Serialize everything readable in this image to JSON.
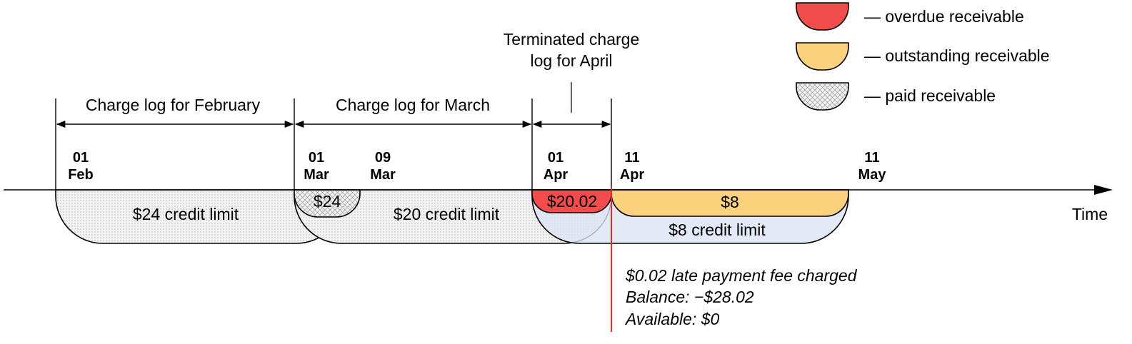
{
  "colors": {
    "overdue": "#f24d4d",
    "outstanding": "#fdd27e",
    "paid_pattern": "#bdbdbd",
    "credit_fill": "#dde4f5",
    "dotted_fill": "#efefef",
    "marker_line": "#e0302b",
    "axis": "#000000"
  },
  "legend": {
    "overdue": "— overdue receivable",
    "outstanding": "— outstanding receivable",
    "paid": "— paid receivable"
  },
  "periods": {
    "february": "Charge log for February",
    "march": "Charge log for March",
    "april_line1": "Terminated charge",
    "april_line2": "log for April"
  },
  "dates": {
    "feb01_day": "01",
    "feb01_month": "Feb",
    "mar01_day": "01",
    "mar01_month": "Mar",
    "mar09_day": "09",
    "mar09_month": "Mar",
    "apr01_day": "01",
    "apr01_month": "Apr",
    "apr11_day": "11",
    "apr11_month": "Apr",
    "may11_day": "11",
    "may11_month": "May"
  },
  "axis": {
    "label": "Time"
  },
  "shapes": {
    "feb_credit": "$24 credit limit",
    "mar_paid": "$24",
    "mar_credit": "$20 credit limit",
    "apr_overdue": "$20.02",
    "apr_outstanding": "$8",
    "apr_credit": "$8 credit limit"
  },
  "annotation": {
    "line1": "$0.02 late payment fee charged",
    "line2": "Balance: −$28.02",
    "line3": "Available: $0"
  }
}
